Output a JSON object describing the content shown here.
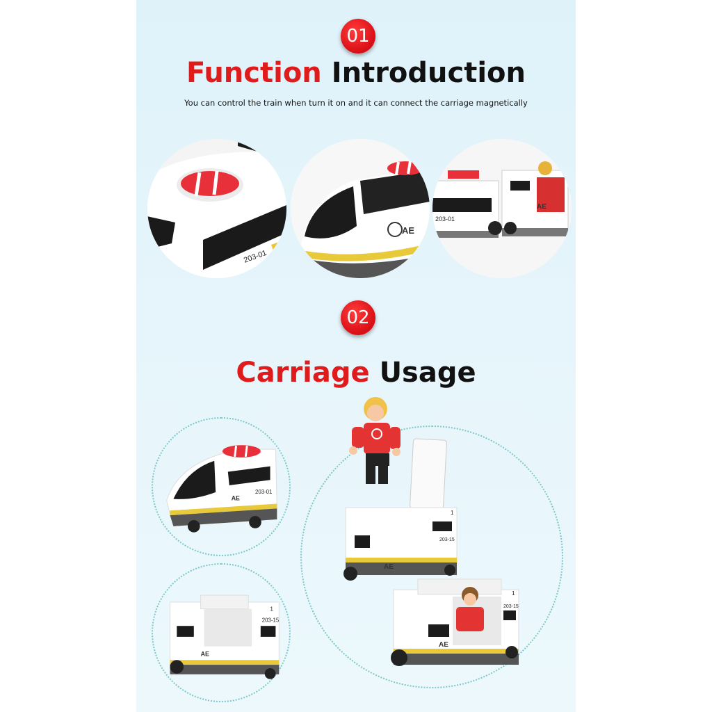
{
  "section1": {
    "badge": "01",
    "title_red": "Function",
    "title_black": "Introduction",
    "subtitle": "You can control the train when turn it on and it can connect the carriage magnetically"
  },
  "section2": {
    "badge": "02",
    "title_red": "Carriage",
    "title_black": "Usage"
  },
  "train_labels": {
    "engine_code": "203-01",
    "carriage_code": "203-15",
    "logo": "AE",
    "car_number": "1"
  },
  "colors": {
    "accent_red": "#e01b1b",
    "panel_bg": "#dff2fa",
    "dotted_border": "#7cc7c9"
  }
}
